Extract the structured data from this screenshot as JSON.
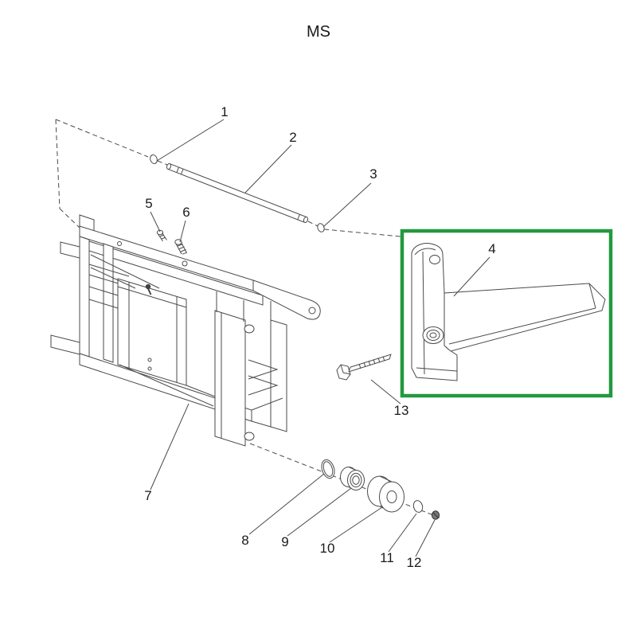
{
  "title": "MS",
  "colors": {
    "highlight": "#22993f",
    "line": "#4a4a4a",
    "text": "#1a1a1a"
  },
  "parts": [
    {
      "number": "1"
    },
    {
      "number": "2"
    },
    {
      "number": "3"
    },
    {
      "number": "4"
    },
    {
      "number": "5"
    },
    {
      "number": "6"
    },
    {
      "number": "7"
    },
    {
      "number": "8"
    },
    {
      "number": "9"
    },
    {
      "number": "10"
    },
    {
      "number": "11"
    },
    {
      "number": "12"
    },
    {
      "number": "13"
    }
  ],
  "highlighted_part": {
    "number": "4",
    "description": "fork highlighted by green box"
  }
}
